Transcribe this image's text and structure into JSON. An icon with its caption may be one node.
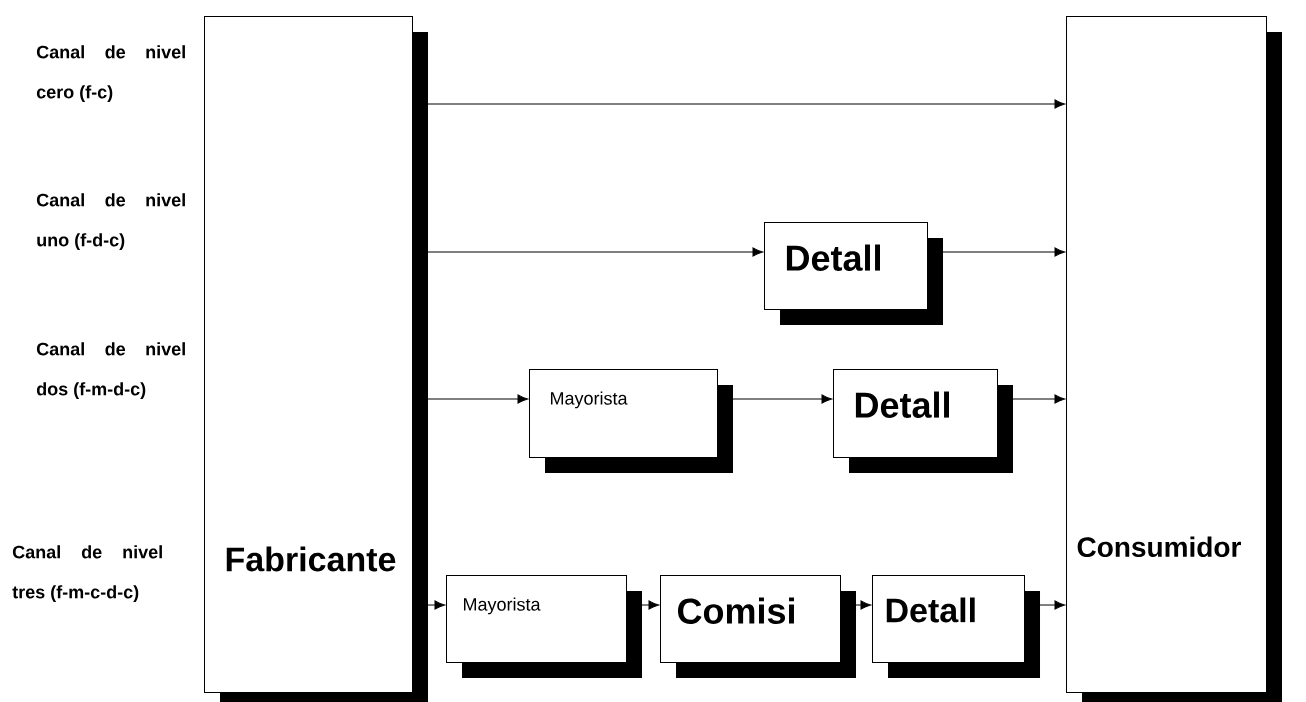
{
  "diagram": {
    "nodes": [
      {
        "text": [
          "Fabricante"
        ]
      },
      {
        "text": [
          "Consumidor"
        ]
      },
      {
        "text": [
          "Detall"
        ]
      },
      {
        "text": [
          "Mayorista"
        ]
      },
      {
        "text": [
          "Detall"
        ]
      },
      {
        "text": [
          "Mayorista"
        ]
      },
      {
        "text": [
          "Comisi"
        ]
      },
      {
        "text": [
          "Detall"
        ]
      }
    ],
    "edges": [
      {
        "from": 0,
        "to": 1,
        "arrow": "to"
      },
      {
        "from": 0,
        "to": 2,
        "arrow": "to"
      },
      {
        "from": 2,
        "to": 1,
        "arrow": "to"
      },
      {
        "from": 0,
        "to": 3,
        "arrow": "to"
      },
      {
        "from": 3,
        "to": 4,
        "arrow": "to"
      },
      {
        "from": 4,
        "to": 1,
        "arrow": "to"
      },
      {
        "from": 0,
        "to": 5,
        "arrow": "to"
      },
      {
        "from": 5,
        "to": 6,
        "arrow": "to"
      },
      {
        "from": 6,
        "to": 7,
        "arrow": "to"
      },
      {
        "from": 7,
        "to": 1,
        "arrow": "to"
      }
    ],
    "labels": [
      "Canal de nivel cero (f-c)",
      "Canal de nivel uno (f-d-c)",
      "Canal de nivel dos (f-m-d-c)",
      "Canal de nivel tres (f-m-c-d-c)"
    ]
  }
}
